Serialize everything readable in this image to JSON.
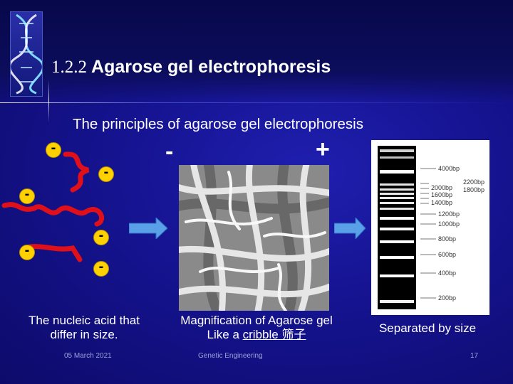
{
  "slide": {
    "title_number": "1.2.2",
    "title_text": "Agarose gel electrophoresis",
    "subtitle": "The principles of agarose gel electrophoresis",
    "electrode_negative": "-",
    "electrode_positive": "+",
    "charge_symbol": "-",
    "caption_left_line1": "The nucleic acid that",
    "caption_left_line2": "differ in size.",
    "caption_middle_line1": "Magnification of Agarose gel",
    "caption_middle_line2_prefix": "Like a ",
    "caption_middle_line2_underlined": "cribble 筛子",
    "caption_right": "Separated by size",
    "footer_date": "05 March 2021",
    "footer_center": "Genetic Engineering",
    "footer_page": "17"
  },
  "gel_ladder": [
    {
      "label": "4000bp"
    },
    {
      "label": "2200bp"
    },
    {
      "label": "1800bp"
    },
    {
      "label": "2000bp"
    },
    {
      "label": "1600bp"
    },
    {
      "label": "1400bp"
    },
    {
      "label": "1200bp"
    },
    {
      "label": "1000bp"
    },
    {
      "label": "800bp"
    },
    {
      "label": "600bp"
    },
    {
      "label": "400bp"
    },
    {
      "label": "200bp"
    }
  ],
  "colors": {
    "background": "#15138f",
    "charge_badge": "#ffd100",
    "dna_strand": "#e0101a",
    "arrow": "#5aa0e8"
  },
  "icons": [
    "dna-helix-icon",
    "arrow-right-icon"
  ]
}
